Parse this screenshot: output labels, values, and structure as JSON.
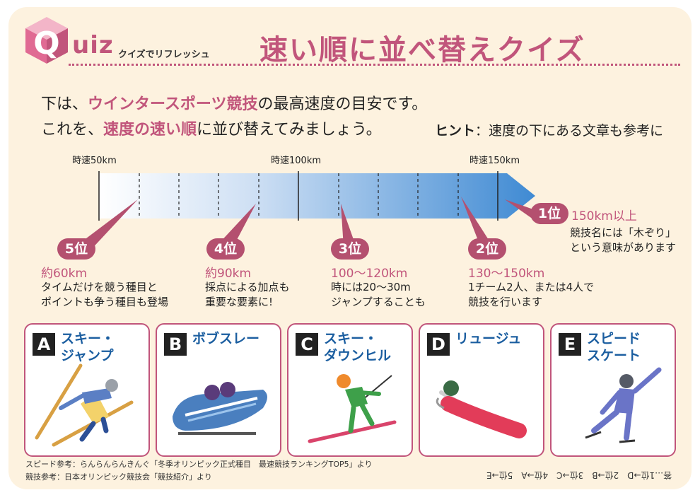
{
  "header": {
    "logo_letter": "Q",
    "logo_word": "uiz",
    "logo_sub": "クイズでリフレッシュ",
    "title": "速い順に並べ替えクイズ"
  },
  "intro": {
    "line1_pre": "下は、",
    "line1_hl": "ウインタースポーツ競技",
    "line1_post": "の最高速度の目安です。",
    "line2_pre": "これを、",
    "line2_hl": "速度の速い順",
    "line2_post": "に並び替えてみましょう。"
  },
  "hint": {
    "label": "ヒント",
    "text": "：速度の下にある文章も参考に"
  },
  "scale": {
    "labels": [
      "時速50km",
      "時速100km",
      "時速150km"
    ]
  },
  "ranks": [
    {
      "badge": "1位",
      "speed": "150km以上",
      "desc1": "競技名には「木ぞり」",
      "desc2": "という意味があります"
    },
    {
      "badge": "2位",
      "speed": "130～150km",
      "desc1": "1チーム2人、または4人で",
      "desc2": "競技を行います"
    },
    {
      "badge": "3位",
      "speed": "100～120km",
      "desc1": "時には20～30m",
      "desc2": "ジャンプすることも"
    },
    {
      "badge": "4位",
      "speed": "約90km",
      "desc1": "採点による加点も",
      "desc2": "重要な要素に!"
    },
    {
      "badge": "5位",
      "speed": "約60km",
      "desc1": "タイムだけを競う種目と",
      "desc2": "ポイントも争う種目も登場"
    }
  ],
  "sports": [
    {
      "letter": "A",
      "name1": "スキー・",
      "name2": "ジャンプ"
    },
    {
      "letter": "B",
      "name1": "ボブスレー",
      "name2": ""
    },
    {
      "letter": "C",
      "name1": "スキー・",
      "name2": "ダウンヒル"
    },
    {
      "letter": "D",
      "name1": "リュージュ",
      "name2": ""
    },
    {
      "letter": "E",
      "name1": "スピード",
      "name2": "スケート"
    }
  ],
  "footnotes": {
    "speed_ref": "スピード参考：らんらんらんきんぐ「冬季オリンピック正式種目　最速競技ランキングTOP5」より",
    "sport_ref": "競技参考：日本オリンピック競技会「競技紹介」より"
  },
  "answer": "答…1位→D　2位→B　3位→C　4位→A　5位→E",
  "colors": {
    "accent": "#c1557b",
    "badge": "#b4506f",
    "sport_name": "#1b5ea0",
    "bar": "#4a90d6",
    "background": "#fdf2df"
  }
}
